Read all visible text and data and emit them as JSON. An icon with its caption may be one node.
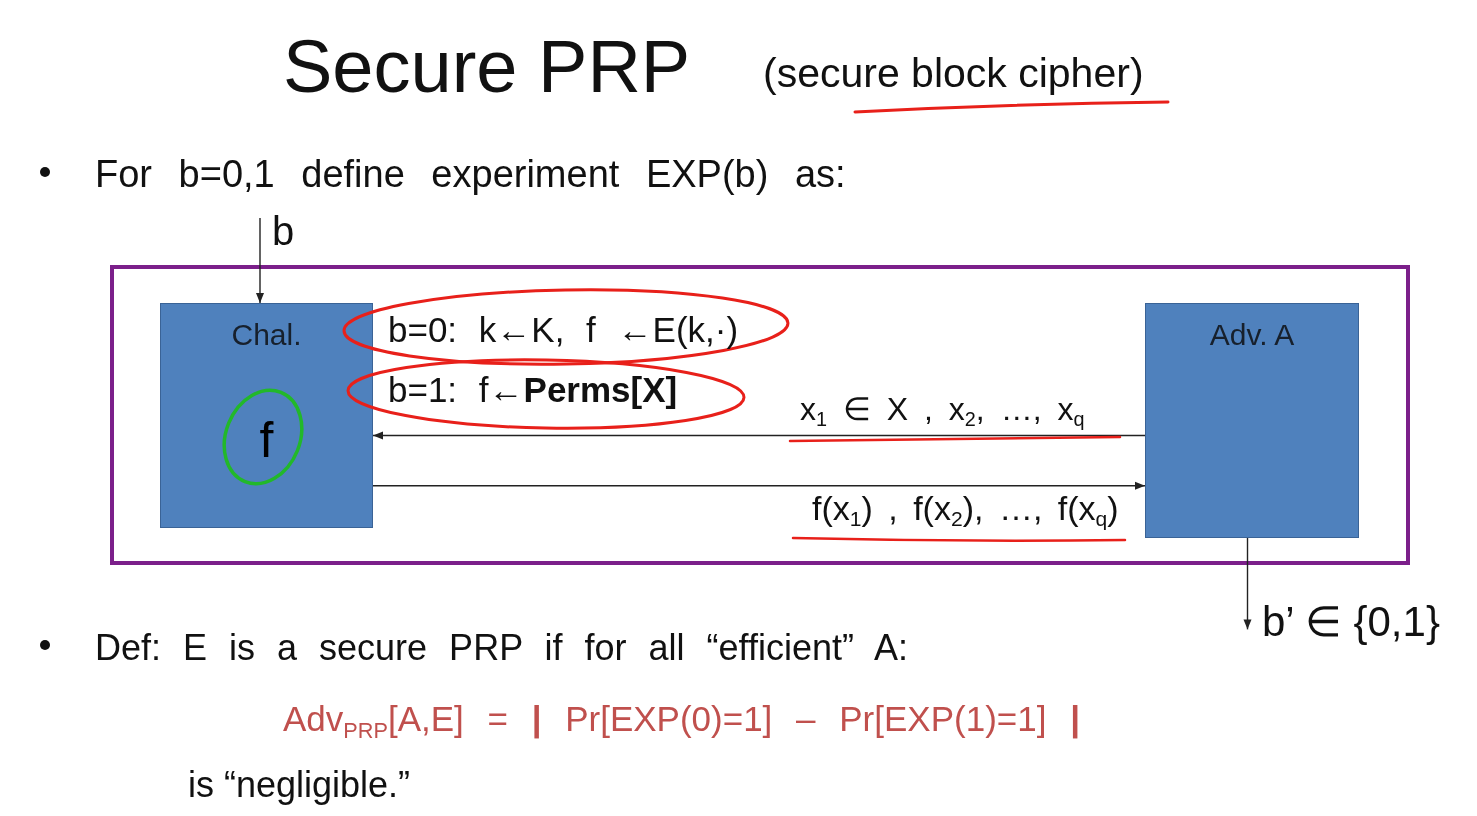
{
  "diagram": {
    "title": "Secure PRP",
    "nodes": [
      {
        "text": [
          "b"
        ]
      },
      {
        "text": [],
        "shape": "box"
      },
      {
        "text": [
          "Chal.",
          "f"
        ],
        "in": 1,
        "beside": [
          "b=0: k←K, f ←E(k,·)",
          "b=1: f←**Perms[X]**"
        ]
      },
      {
        "text": [
          "Adv. A"
        ],
        "in": 1
      },
      {
        "text": [
          "b’ ∈ {0,1}"
        ]
      }
    ],
    "edges": [
      {
        "from": 0,
        "to": 2,
        "arrow": "to"
      },
      {
        "from": 3,
        "to": 2,
        "arrow": "to",
        "label": "x$_{1}$ ∈ X , x$_{2}$, …, x$_{q}$"
      },
      {
        "from": 2,
        "to": 3,
        "arrow": "to",
        "label": "f(x$_{1}$) , f(x$_{2}$), …, f(x$_{q}$)"
      },
      {
        "from": 3,
        "to": 4,
        "arrow": "to"
      }
    ],
    "labels": [
      "(secure block cipher)",
      "For b=0,1 define experiment EXP(b) as:",
      "Def: E is a secure PRP if for all “efficient” A:",
      "Adv$_{PRP}$[A,E] = **|** Pr[EXP(0)=1] – Pr[EXP(1)=1] **|**",
      "is “negligible.”"
    ]
  }
}
